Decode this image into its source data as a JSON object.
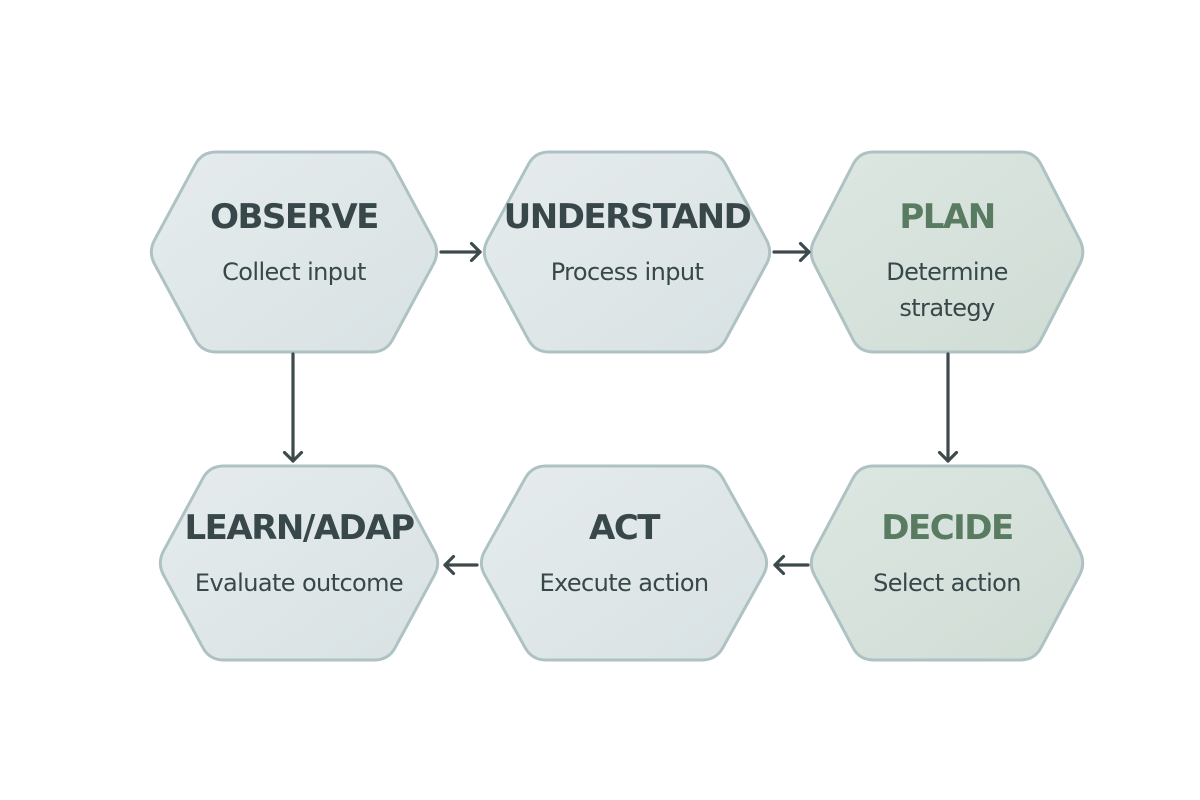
{
  "colors": {
    "text_dark": "#37474a",
    "title_dark": "#37474a",
    "title_green": "#587b61",
    "hex_stroke": "#aec2c4",
    "hex_fill_light": "#e0e8ea",
    "hex_fill_green": "#d5e1da",
    "arrow": "#3d4a4c",
    "background": "#ffffff"
  },
  "steps": [
    {
      "title": "OBSERVE",
      "lines": [
        "Collect input"
      ],
      "tone": "light"
    },
    {
      "title": "UNDERSTAND",
      "lines": [
        "Process input"
      ],
      "tone": "light"
    },
    {
      "title": "PLAN",
      "lines": [
        "Determine",
        "strategy"
      ],
      "tone": "green"
    },
    {
      "title": "LEARN/ADAP",
      "lines": [
        "Evaluate outcome"
      ],
      "tone": "light"
    },
    {
      "title": "ACT",
      "lines": [
        "Execute action"
      ],
      "tone": "light"
    },
    {
      "title": "DECIDE",
      "lines": [
        "Select action"
      ],
      "tone": "green"
    }
  ],
  "arrows": [
    {
      "name": "arrow-observe-to-understand",
      "icon": "arrow-right-icon"
    },
    {
      "name": "arrow-understand-to-plan",
      "icon": "arrow-right-icon"
    },
    {
      "name": "arrow-plan-to-decide",
      "icon": "arrow-down-icon"
    },
    {
      "name": "arrow-decide-to-act",
      "icon": "arrow-left-icon"
    },
    {
      "name": "arrow-act-to-learn",
      "icon": "arrow-left-icon"
    },
    {
      "name": "arrow-observe-to-learn",
      "icon": "arrow-down-icon"
    }
  ]
}
